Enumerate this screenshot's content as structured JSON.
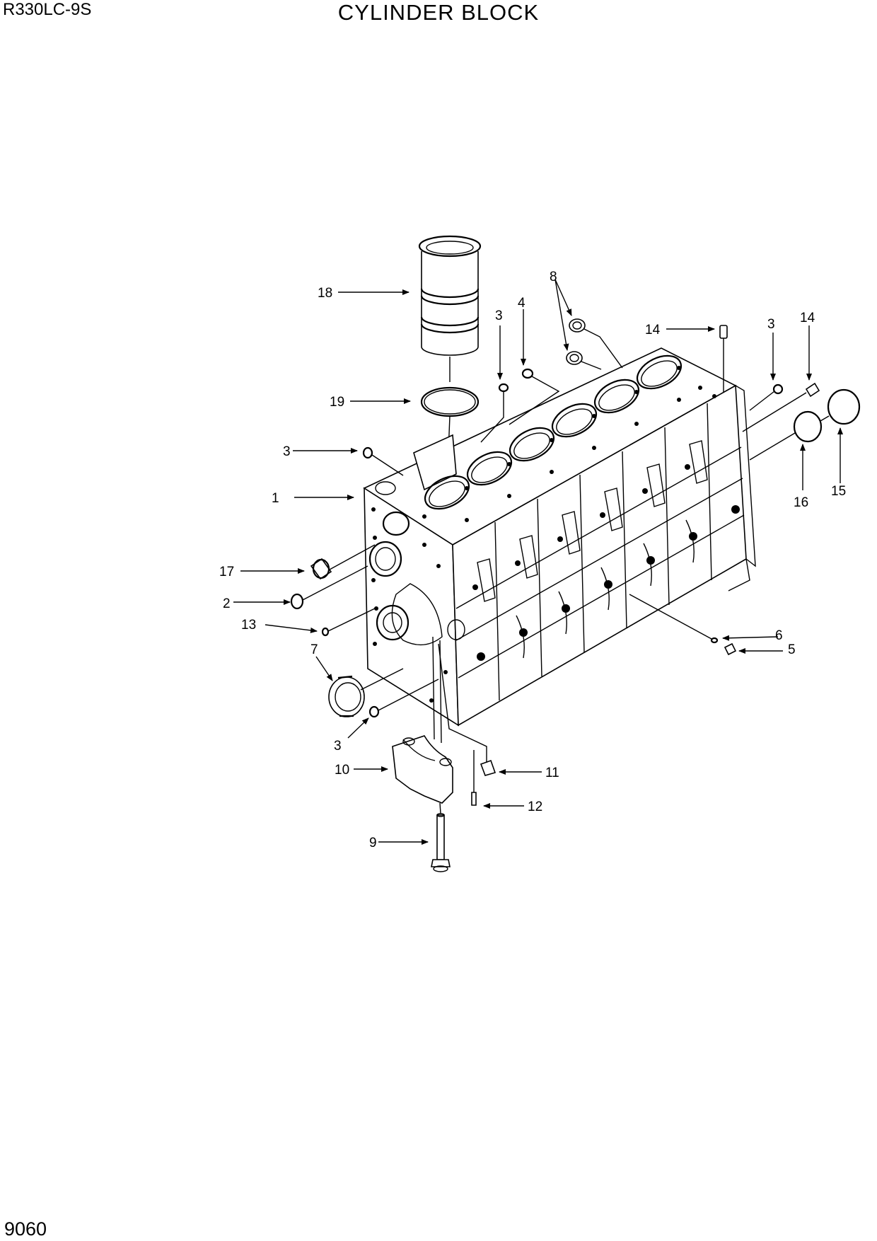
{
  "header": {
    "model": "R330LC-9S",
    "title": "CYLINDER BLOCK"
  },
  "footer": {
    "page_number": "9060"
  },
  "callouts": [
    {
      "id": "c18",
      "label": "18"
    },
    {
      "id": "c8",
      "label": "8"
    },
    {
      "id": "c4",
      "label": "4"
    },
    {
      "id": "c3a",
      "label": "3"
    },
    {
      "id": "c14a",
      "label": "14"
    },
    {
      "id": "c3b",
      "label": "3"
    },
    {
      "id": "c14b",
      "label": "14"
    },
    {
      "id": "c19",
      "label": "19"
    },
    {
      "id": "c3c",
      "label": "3"
    },
    {
      "id": "c1",
      "label": "1"
    },
    {
      "id": "c16",
      "label": "16"
    },
    {
      "id": "c15",
      "label": "15"
    },
    {
      "id": "c17",
      "label": "17"
    },
    {
      "id": "c2",
      "label": "2"
    },
    {
      "id": "c13",
      "label": "13"
    },
    {
      "id": "c7",
      "label": "7"
    },
    {
      "id": "c6",
      "label": "6"
    },
    {
      "id": "c5",
      "label": "5"
    },
    {
      "id": "c3d",
      "label": "3"
    },
    {
      "id": "c10",
      "label": "10"
    },
    {
      "id": "c11",
      "label": "11"
    },
    {
      "id": "c12",
      "label": "12"
    },
    {
      "id": "c9",
      "label": "9"
    }
  ]
}
